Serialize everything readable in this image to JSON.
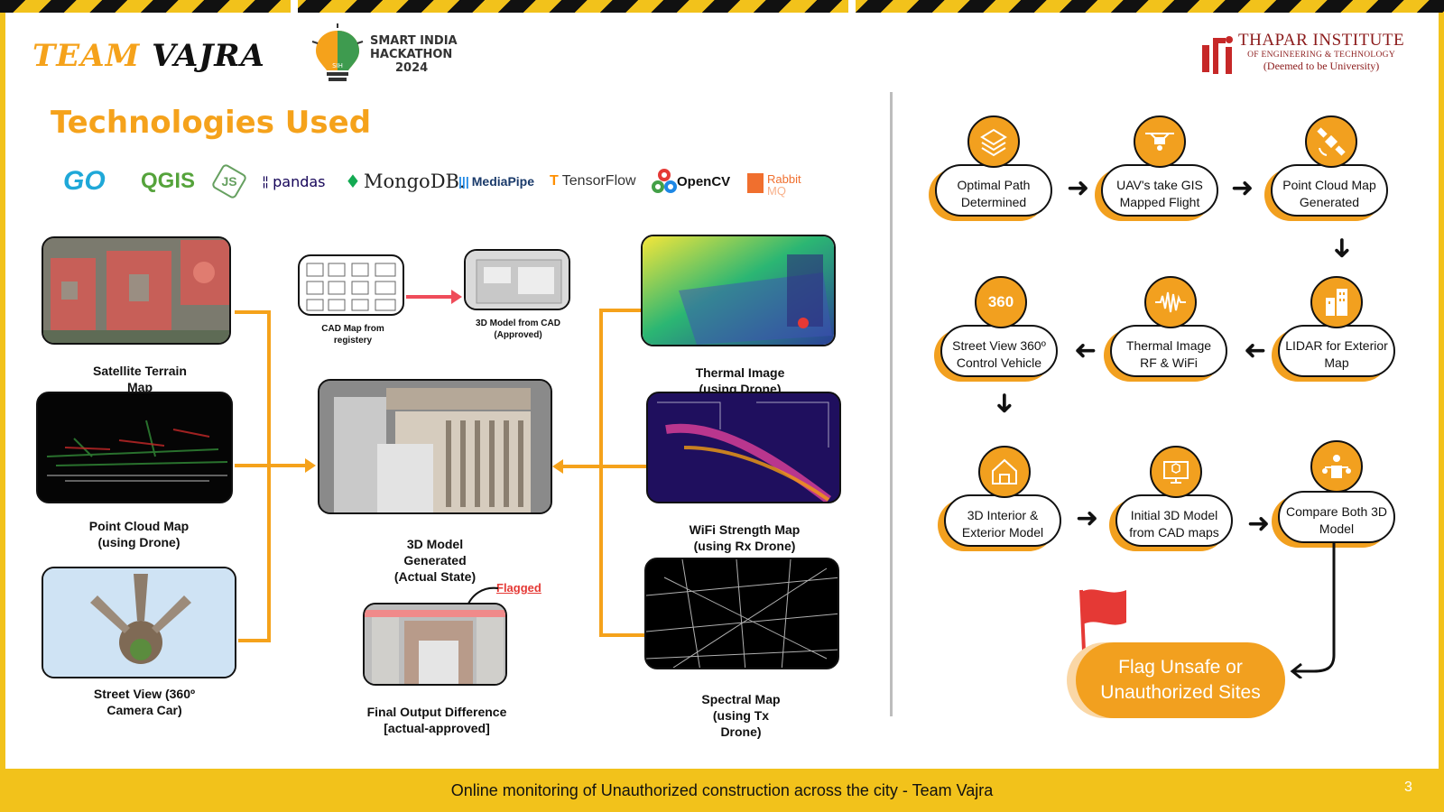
{
  "header": {
    "brand_part1": "TEAM",
    "brand_part2": "VAJRA",
    "sih_line1": "SMART INDIA",
    "sih_line2": "HACKATHON",
    "sih_line3": "2024",
    "sih_tag": "SIH",
    "institute_line1": "THAPAR INSTITUTE",
    "institute_line2": "OF ENGINEERING & TECHNOLOGY",
    "institute_line3": "(Deemed to be University)"
  },
  "section_title": "Technologies Used",
  "technologies": [
    "GO",
    "QGIS",
    "JS",
    "pandas",
    "MongoDB.",
    "MediaPipe",
    "TensorFlow",
    "OpenCV",
    "Rabbit",
    "MQ"
  ],
  "pipeline": {
    "satellite": "Satellite Terrain Map",
    "pointcloud": "Point Cloud Map (using Drone)",
    "streetview": "Street View (360º Camera Car)",
    "cad_map": "CAD Map from registery",
    "cad_model": "3D Model from CAD (Approved)",
    "model_generated": "3D Model Generated (Actual State)",
    "flagged": "Flagged",
    "final_output": "Final Output Difference [actual-approved]",
    "thermal": "Thermal Image (using Drone)",
    "wifi": "WiFi Strength Map (using Rx Drone)",
    "spectral": "Spectral Map (using Tx Drone)"
  },
  "flow": {
    "optimal_path": "Optimal Path Determined",
    "uav_flight": "UAV's take GIS Mapped Flight",
    "point_cloud": "Point Cloud Map Generated",
    "lidar": "LIDAR for Exterior Map",
    "thermal_rf": "Thermal Image RF & WiFi",
    "street_view": "Street View 360º Control Vehicle",
    "interior_exterior": "3D Interior & Exterior Model",
    "initial_model": "Initial 3D Model from CAD maps",
    "compare": "Compare Both 3D Model",
    "flag_sites": "Flag Unsafe or Unauthorized Sites",
    "badge_360": "360"
  },
  "footer": {
    "text": "Online monitoring of Unauthorized construction across the city - Team Vajra",
    "page_number": "3"
  },
  "colors": {
    "accent": "#F5A21B",
    "frame": "#F2C21B",
    "node_shadow": "#F2A01F",
    "flag": "#E53935",
    "institute": "#8B1A1A"
  }
}
